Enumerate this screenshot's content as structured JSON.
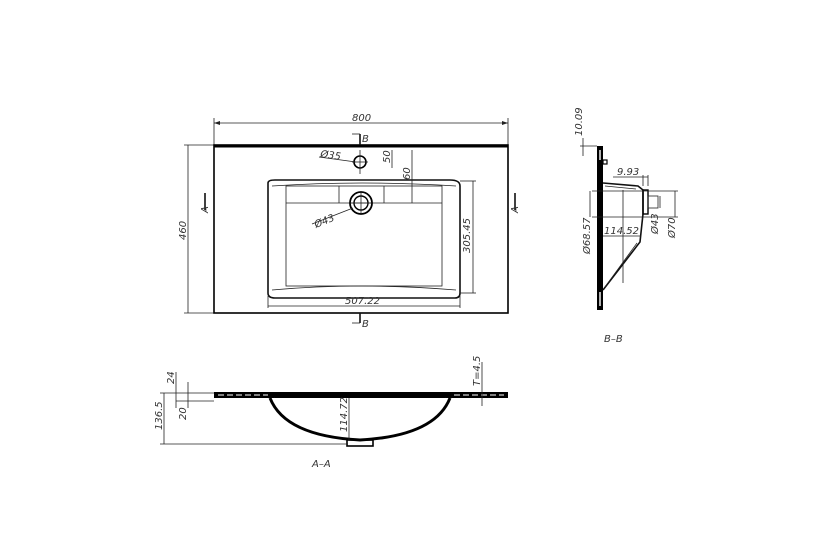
{
  "drawing": {
    "top_view": {
      "overall_width": "800",
      "overall_depth": "460",
      "tap_hole_diameter": "Ø35",
      "tap_hole_offset": "50",
      "basin_offset": "60",
      "drain_diameter": "Ø43",
      "basin_depth": "305.45",
      "basin_width": "507.22",
      "section_marker_a": "A",
      "section_marker_b": "B"
    },
    "section_bb": {
      "label": "B–B",
      "top_thickness": "10.09",
      "overflow_offset": "9.93",
      "overflow_diameter": "Ø68.57",
      "overflow_depth": "114.52",
      "outlet_inner": "Ø43",
      "outlet_outer": "Ø70"
    },
    "section_aa": {
      "label": "A–A",
      "total_height": "136.5",
      "rim_top": "24",
      "rim_thickness": "20",
      "bowl_depth": "114.72",
      "wall_thickness": "T=4.5"
    }
  }
}
